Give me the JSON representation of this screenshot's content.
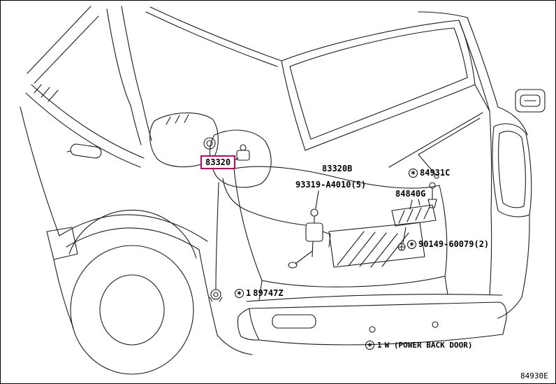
{
  "colors": {
    "highlight_box": "#cc0066",
    "line": "#1b1b1b",
    "background": "#ffffff"
  },
  "markers": {
    "circled_asterisk": "*"
  },
  "parts": [
    {
      "number": "83320",
      "highlighted": true
    },
    {
      "number": "83320B"
    },
    {
      "number": "93319-A4010(5)"
    },
    {
      "number": "84931C",
      "marker": true
    },
    {
      "number": "84840G"
    },
    {
      "number": "90149-60079(2)",
      "marker": true
    },
    {
      "number": "89747Z",
      "ref": "1"
    }
  ],
  "footnote": {
    "ref": "1",
    "text": "W (POWER BACK DOOR)"
  },
  "figure_code": "84930E"
}
